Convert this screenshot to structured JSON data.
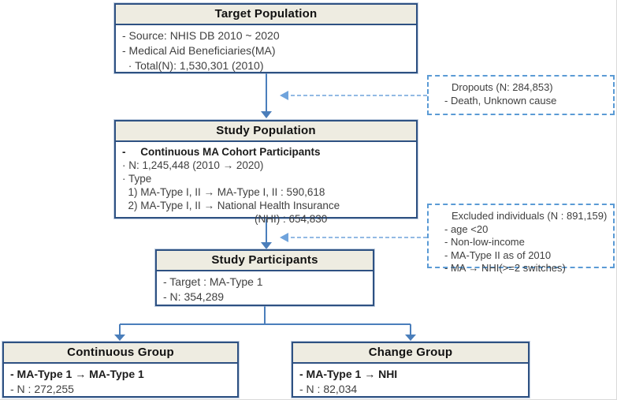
{
  "colors": {
    "box_border": "#2e5182",
    "header_fill": "#eeece1",
    "dashed_border": "#5b9bd5",
    "arrow_solid": "#4a7ebb",
    "arrow_dashed": "#6fa3dc",
    "text": "#404040"
  },
  "boxes": {
    "target_population": {
      "title": "Target Population",
      "lines": [
        "- Source: NHIS DB 2010 ~ 2020",
        "- Medical Aid Beneficiaries(MA)",
        "  · Total(N): 1,530,301 (2010)"
      ]
    },
    "dropouts": {
      "lines": [
        "Dropouts (N: 284,853)",
        "- Death, Unknown cause"
      ]
    },
    "study_population": {
      "title": "Study Population",
      "lines": [
        "-     Continuous MA Cohort Participants",
        "· N: 1,245,448 (2010 → 2020)",
        "· Type",
        "  1) MA-Type I, II → MA-Type I, II : 590,618",
        "  2) MA-Type I, II → National Health Insurance",
        "(NHI) : 654,830"
      ]
    },
    "excluded_individuals": {
      "lines": [
        "Excluded individuals (N : 891,159)",
        "- age <20",
        "- Non-low-income",
        "- MA-Type II as of 2010",
        "- MA → NHI(>=2 switches)"
      ]
    },
    "study_participants": {
      "title": "Study Participants",
      "lines": [
        "- Target : MA-Type 1",
        "- N: 354,289"
      ]
    },
    "continuous_group": {
      "title": "Continuous Group",
      "lines": [
        "- MA-Type 1 → MA-Type 1",
        "- N : 272,255"
      ]
    },
    "change_group": {
      "title": "Change Group",
      "lines": [
        "- MA-Type 1 → NHI",
        "- N : 82,034"
      ]
    }
  }
}
